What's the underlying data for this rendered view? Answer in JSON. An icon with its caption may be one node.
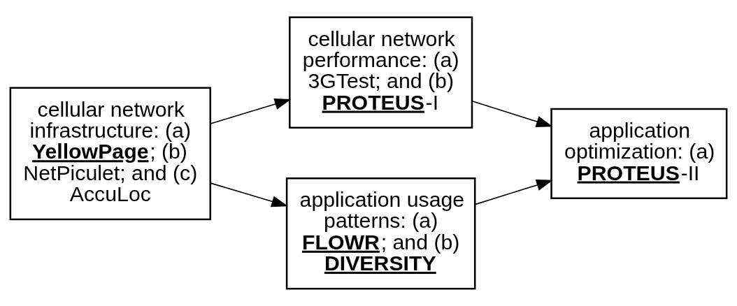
{
  "diagram": {
    "nodes": [
      {
        "text": [
          "cellular network infrastructure: (a) **YellowPage**; (b) NetPiculet; and (c) AccuLoc"
        ]
      },
      {
        "text": [
          "cellular network performance: (a) 3GTest; and (b) **PROTEUS**-I"
        ]
      },
      {
        "text": [
          "application usage patterns: (a) **FLOWR**; and (b) **DIVERSITY**"
        ]
      },
      {
        "text": [
          "application optimization: (a) **PROTEUS**-II"
        ]
      }
    ],
    "edges": [
      {
        "from": 0,
        "to": 1,
        "arrow": "to"
      },
      {
        "from": 0,
        "to": 2,
        "arrow": "to"
      },
      {
        "from": 1,
        "to": 3,
        "arrow": "to"
      },
      {
        "from": 2,
        "to": 3,
        "arrow": "to"
      }
    ]
  }
}
